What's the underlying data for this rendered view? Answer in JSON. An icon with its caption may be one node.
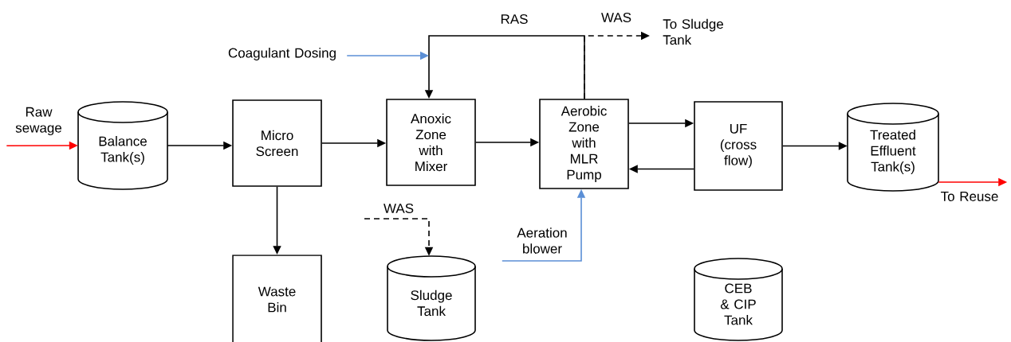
{
  "diagram": {
    "nodes": [
      {
        "text": [
          "Raw sewage"
        ]
      },
      {
        "text": [
          "Balance Tank(s)"
        ]
      },
      {
        "text": [
          "Micro Screen"
        ]
      },
      {
        "text": [
          "Anoxic Zone with Mixer"
        ]
      },
      {
        "text": [
          "Aerobic Zone with MLR Pump"
        ]
      },
      {
        "text": [
          "UF (cross flow)"
        ]
      },
      {
        "text": [
          "Treated Effluent Tank(s)"
        ]
      },
      {
        "text": [
          "Waste Bin"
        ]
      },
      {
        "text": [
          "Sludge Tank"
        ]
      },
      {
        "text": [
          "CEB & CIP Tank"
        ]
      },
      {
        "text": [
          "Coagulant Dosing"
        ]
      },
      {
        "text": [
          "Aeration blower"
        ]
      },
      {
        "text": [
          "To Sludge Tank"
        ]
      },
      {
        "text": [
          "To Reuse"
        ]
      }
    ],
    "edges": [
      {
        "from": 0,
        "to": 1,
        "arrow": "to",
        "color": "#ff0000"
      },
      {
        "from": 1,
        "to": 2,
        "arrow": "to"
      },
      {
        "from": 2,
        "to": 3,
        "arrow": "to"
      },
      {
        "from": 3,
        "to": 4,
        "arrow": "to"
      },
      {
        "from": 4,
        "to": 5,
        "arrow": "to"
      },
      {
        "from": 5,
        "to": 4,
        "arrow": "to"
      },
      {
        "from": 5,
        "to": 6,
        "arrow": "to"
      },
      {
        "from": 6,
        "to": 13,
        "arrow": "to",
        "color": "#ff0000"
      },
      {
        "from": 2,
        "to": 7,
        "arrow": "to"
      },
      {
        "from": null,
        "to": 8,
        "arrow": "to",
        "style": "dashed",
        "label": "WAS"
      },
      {
        "from": 4,
        "to": 3,
        "arrow": "to",
        "label": "RAS"
      },
      {
        "from": 4,
        "to": 12,
        "arrow": "to",
        "style": "dashed",
        "label": "WAS"
      },
      {
        "from": 10,
        "to": null,
        "arrow": "to",
        "color": "#5b8fd6"
      },
      {
        "from": 11,
        "to": 4,
        "arrow": "to",
        "color": "#5b8fd6"
      }
    ]
  }
}
